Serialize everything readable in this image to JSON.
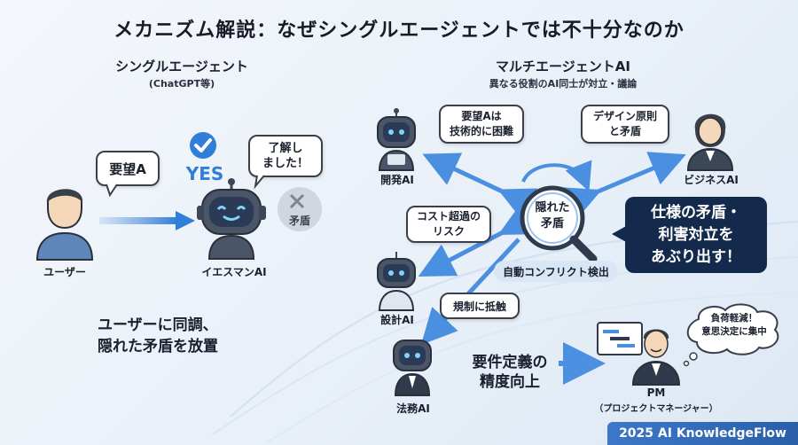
{
  "title": "メカニズム解説：なぜシングルエージェントでは不十分なのか",
  "single": {
    "heading": "シングルエージェント",
    "sub": "(ChatGPT等)",
    "user_label": "ユーザー",
    "request_bubble": "要望A",
    "yes": "YES",
    "reply_bubble": "了解し\nました！",
    "contradiction_label": "矛盾",
    "agent_label": "イエスマンAI",
    "conclusion": "ユーザーに同調、\n隠れた矛盾を放置"
  },
  "multi": {
    "heading": "マルチエージェントAI",
    "sub": "異なる役割のAI同士が対立・議論",
    "dev_label": "開発AI",
    "dev_bubble": "要望Aは\n技術的に困難",
    "biz_label": "ビジネスAI",
    "biz_bubble": "デザイン原則\nと矛盾",
    "design_label": "設計AI",
    "design_bubble": "コスト超過の\nリスク",
    "legal_label": "法務AI",
    "legal_bubble": "規制に抵触",
    "center_label": "隠れた\n矛盾",
    "detect_label": "自動コンフリクト検出",
    "callout": "仕様の矛盾・\n利害対立を\nあぶり出す！",
    "precision": "要件定義の\n精度向上",
    "pm_bubble": "負荷軽減！\n意思決定に集中",
    "pm_label": "PM",
    "pm_sub": "（プロジェクトマネージャー）"
  },
  "footer": "2025 AI KnowledgeFlow",
  "colors": {
    "arrow": "#4a8fe0",
    "dark_navy": "#142a4c",
    "robot_body": "#3b4657",
    "robot_face": "#2b3a55",
    "robot_eye": "#7fd4ff",
    "check_blue": "#2f7fd8"
  }
}
